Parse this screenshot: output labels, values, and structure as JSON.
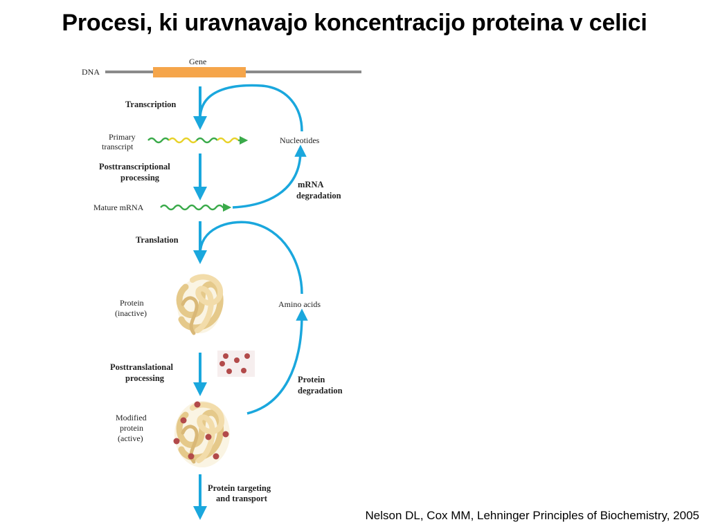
{
  "title": "Procesi, ki uravnavajo koncentracijo proteina v celici",
  "citation": "Nelson DL, Cox MM, Lehninger Principles of Biochemistry, 2005",
  "diagram": {
    "dna_label": "DNA",
    "gene_label": "Gene",
    "transcription": "Transcription",
    "primary_transcript_1": "Primary",
    "primary_transcript_2": "transcript",
    "posttranscriptional_1": "Posttranscriptional",
    "posttranscriptional_2": "processing",
    "mature_mrna": "Mature mRNA",
    "nucleotides": "Nucleotides",
    "mrna_degradation_1": "mRNA",
    "mrna_degradation_2": "degradation",
    "translation": "Translation",
    "protein_inactive_1": "Protein",
    "protein_inactive_2": "(inactive)",
    "amino_acids": "Amino acids",
    "posttranslational_1": "Posttranslational",
    "posttranslational_2": "processing",
    "protein_degradation_1": "Protein",
    "protein_degradation_2": "degradation",
    "modified_protein_1": "Modified",
    "modified_protein_2": "protein",
    "modified_protein_3": "(active)",
    "targeting_1": "Protein targeting",
    "targeting_2": "and transport"
  },
  "colors": {
    "arrow": "#1aa7dd",
    "gene": "#f5a54a",
    "dna": "#8a8a8a",
    "mrna": "#3aaa4a",
    "primary_yellow": "#e8d22a",
    "protein": "#f2dcaa",
    "modification": "#b24a4a"
  }
}
